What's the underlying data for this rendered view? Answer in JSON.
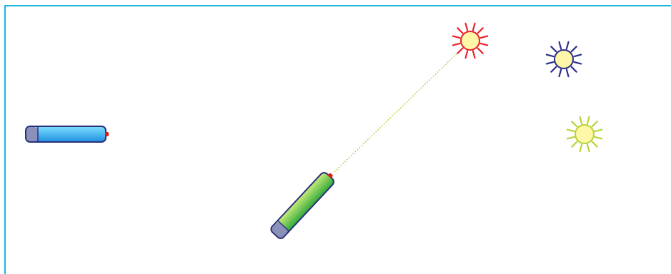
{
  "colors": {
    "frame": "#19b6e0",
    "background": "#ffffff",
    "laser_blue_body_light": "#7fe0ff",
    "laser_blue_body_dark": "#1f8fe0",
    "laser_green_body_light": "#c8ec7a",
    "laser_green_body_dark": "#2fa83a",
    "laser_outline": "#2b2f7a",
    "laser_cap": "#8a90b8",
    "laser_tip": "#e01818",
    "beam": "#a9c93a",
    "target_fill": "#fff7a8",
    "target_red": "#e8232a",
    "target_blue": "#2b2f8a",
    "target_green": "#b6d43a"
  },
  "lasers": [
    {
      "id": "blue",
      "icon": "laser-pointer-icon",
      "aim_degrees": 0,
      "active": false
    },
    {
      "id": "green",
      "icon": "laser-pointer-icon",
      "aim_degrees": -47,
      "active": true
    }
  ],
  "targets": [
    {
      "id": "red",
      "icon": "sun-target-icon",
      "hit": true
    },
    {
      "id": "blue",
      "icon": "sun-target-icon",
      "hit": false
    },
    {
      "id": "green",
      "icon": "sun-target-icon",
      "hit": false
    }
  ]
}
